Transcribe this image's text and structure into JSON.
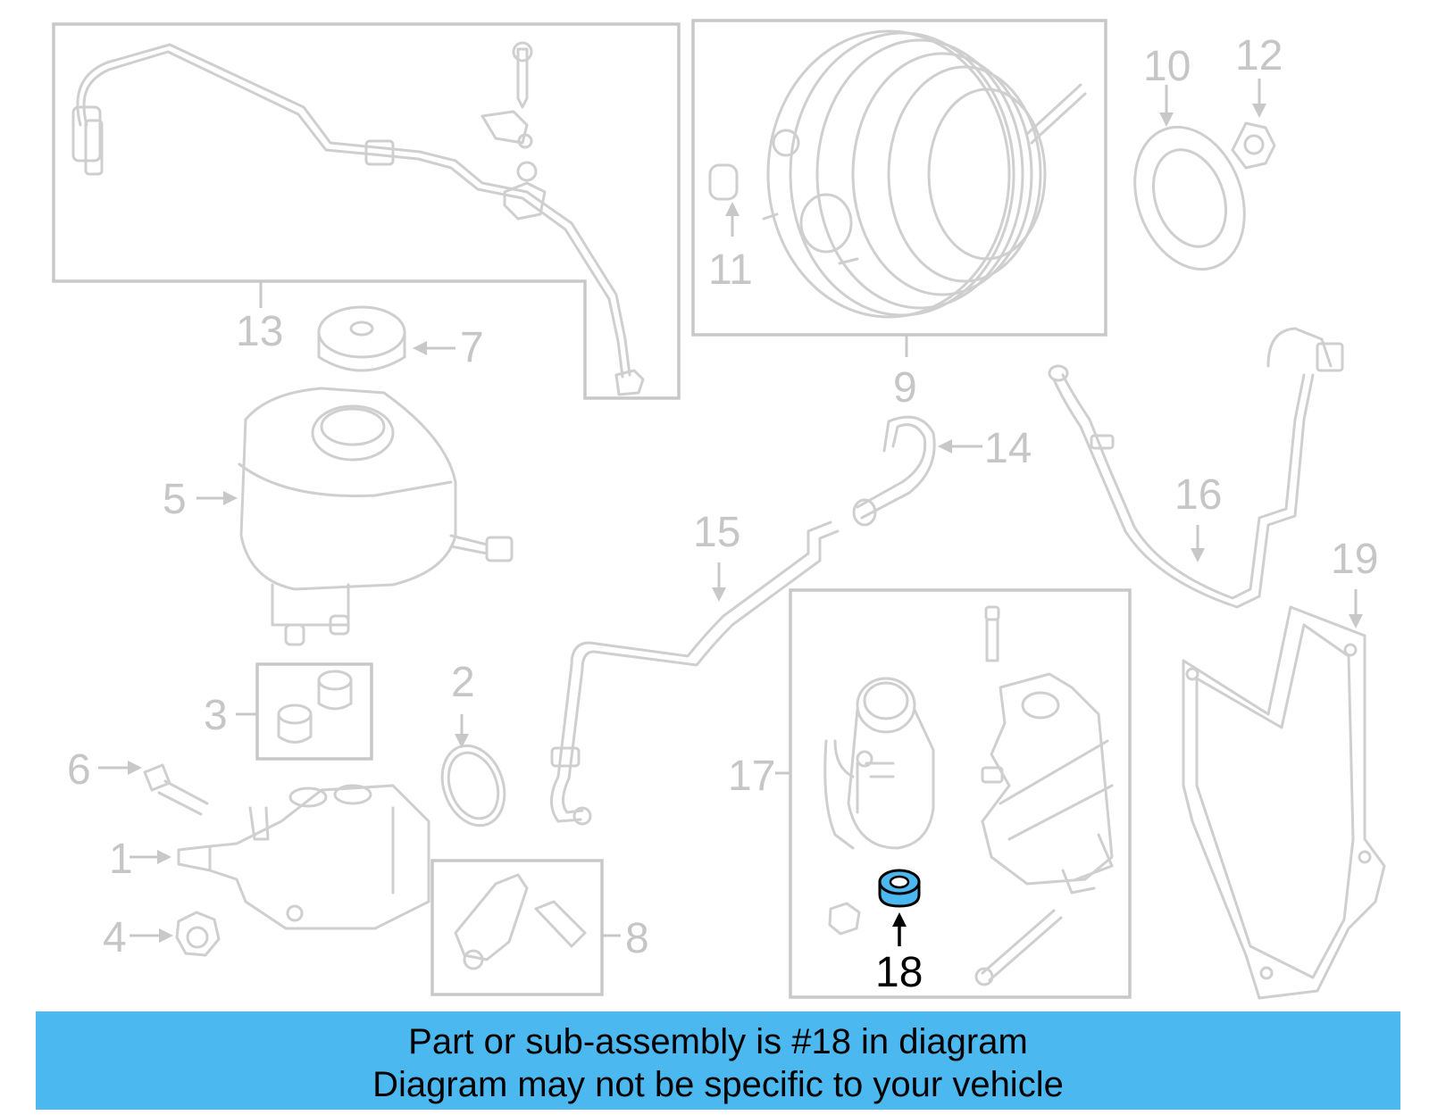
{
  "diagram": {
    "callouts": [
      {
        "id": "1",
        "label": "1"
      },
      {
        "id": "2",
        "label": "2"
      },
      {
        "id": "3",
        "label": "3"
      },
      {
        "id": "4",
        "label": "4"
      },
      {
        "id": "5",
        "label": "5"
      },
      {
        "id": "6",
        "label": "6"
      },
      {
        "id": "7",
        "label": "7"
      },
      {
        "id": "8",
        "label": "8"
      },
      {
        "id": "9",
        "label": "9"
      },
      {
        "id": "10",
        "label": "10"
      },
      {
        "id": "11",
        "label": "11"
      },
      {
        "id": "12",
        "label": "12"
      },
      {
        "id": "13",
        "label": "13"
      },
      {
        "id": "14",
        "label": "14"
      },
      {
        "id": "15",
        "label": "15"
      },
      {
        "id": "16",
        "label": "16"
      },
      {
        "id": "17",
        "label": "17"
      },
      {
        "id": "18",
        "label": "18"
      },
      {
        "id": "19",
        "label": "19"
      }
    ],
    "highlighted_part": "18",
    "highlight_color": "#4cb8f0",
    "part_color": "#cfcfcf"
  },
  "banner": {
    "line1": "Part or sub-assembly is #18 in diagram",
    "line2": "Diagram may not be specific to your vehicle",
    "background": "#4cb8f0"
  }
}
